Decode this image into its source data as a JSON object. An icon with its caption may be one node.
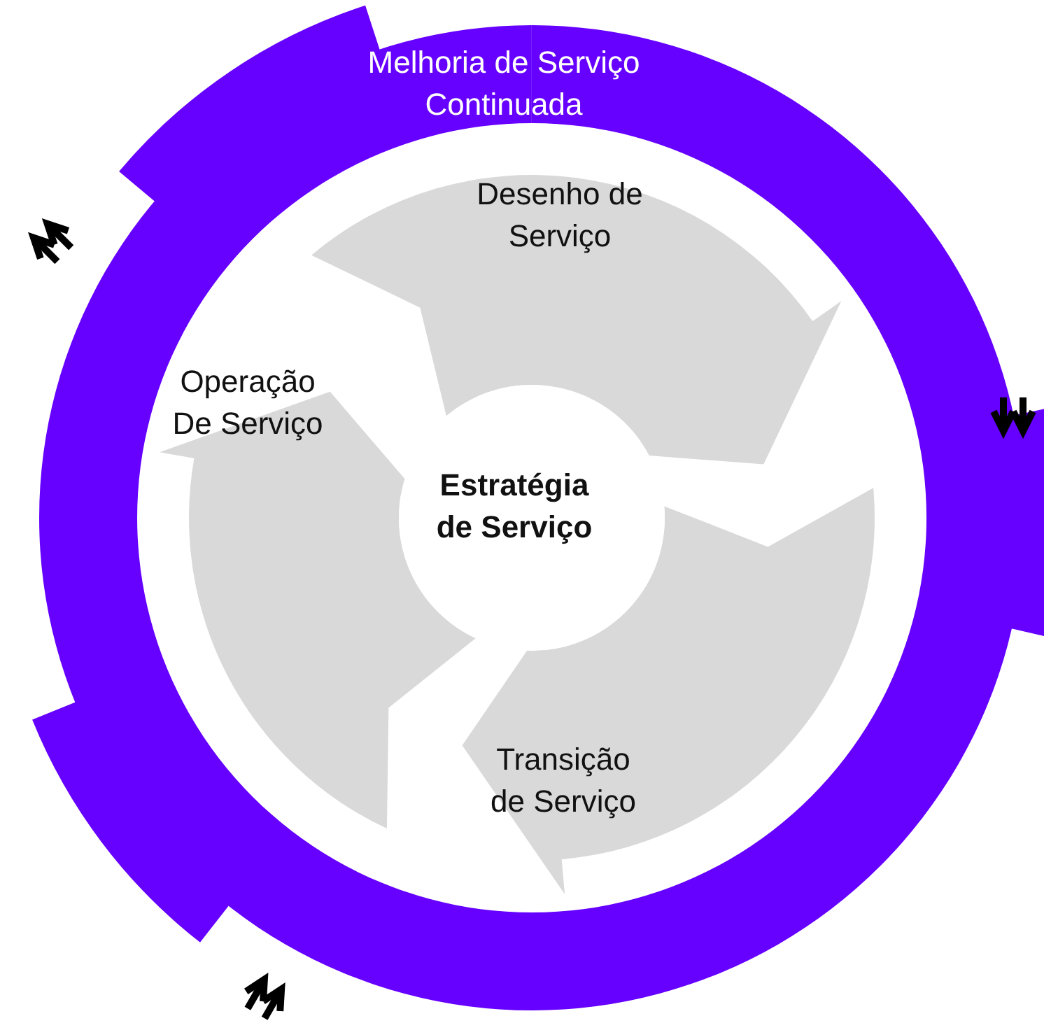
{
  "diagram": {
    "nodes": [
      {
        "text": [
          "Melhoria de Serviço Continuada"
        ]
      },
      {
        "text": [
          "Desenho de Serviço"
        ]
      },
      {
        "text": [
          "Operação De Serviço"
        ]
      },
      {
        "text": [
          "Estratégia de Serviço"
        ]
      },
      {
        "text": [
          "Transição de Serviço"
        ]
      }
    ]
  }
}
